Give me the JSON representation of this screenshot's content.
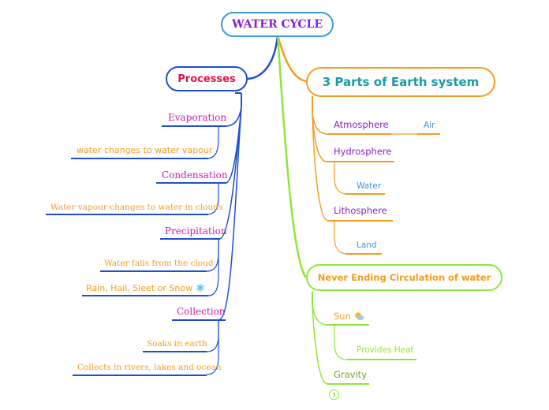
{
  "root": {
    "title": "WATER CYCLE"
  },
  "processes": {
    "title": "Processes",
    "evaporation": {
      "label": "Evaporation",
      "detail": "water changes to water vapour"
    },
    "condensation": {
      "label": "Condensation",
      "detail": "Water vapour changes to water in clouds"
    },
    "precipitation": {
      "label": "Precipitation",
      "details": [
        "Water falls from the cloud",
        "Rain, Hail, Sleet or Snow"
      ]
    },
    "collection": {
      "label": "Collection",
      "details": [
        "Soaks in earth",
        "Collects in rivers, lakes and ocean"
      ]
    }
  },
  "earth": {
    "title": "3 Parts of Earth system",
    "atmosphere": {
      "label": "Atmosphere",
      "detail": "Air"
    },
    "hydrosphere": {
      "label": "Hydrosphere",
      "detail": "Water"
    },
    "lithosphere": {
      "label": "Lithosphere",
      "detail": "Land"
    }
  },
  "circulation": {
    "title": "Never Ending Circulation of water",
    "sun": {
      "label": "Sun",
      "detail": "Provides Heat"
    },
    "gravity": {
      "label": "Gravity",
      "badge": "3"
    }
  },
  "colors": {
    "blue": "#1f4fd1",
    "orange": "#f59d1f",
    "green": "#8fe63a",
    "magenta": "#cc1fa8",
    "purple": "#8a22cc",
    "sky": "#3a9ad9",
    "red": "#e0144c",
    "teal": "#1a9aa8"
  },
  "icons": {
    "snow": "snowflake-icon",
    "sun": "sun-behind-cloud-icon"
  }
}
